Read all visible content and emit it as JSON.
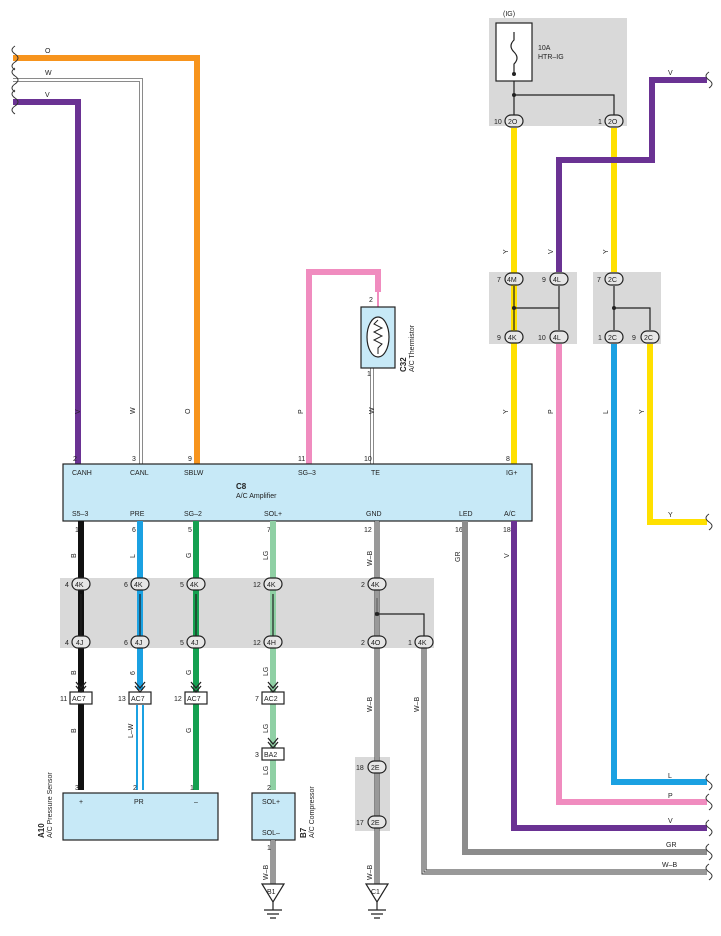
{
  "colors": {
    "orange": "#f7941d",
    "purple": "#6a3293",
    "pink": "#f08cbf",
    "yellow": "#ffe000",
    "blue": "#1ba1e2",
    "black": "#111111",
    "green": "#14a050",
    "light_green": "#8fd0a4",
    "gray": "#8c8c8c",
    "box_fill": "#c7e9f7",
    "connector_bg": "#d9d9d9"
  },
  "inputs": {
    "o": "O",
    "w": "W",
    "v": "V"
  },
  "fuse": {
    "ig": "(IG)",
    "rating": "10A",
    "name": "HTR–IG",
    "pin_left_num": "10",
    "pin_left": "2O",
    "pin_right_num": "1",
    "pin_right": "2O"
  },
  "top_right_v": "V",
  "amplifier": {
    "code": "C8",
    "name": "A/C Amplifier",
    "top_pins": [
      {
        "num": "2",
        "label": "CANH",
        "wire": "V"
      },
      {
        "num": "3",
        "label": "CANL",
        "wire": "W"
      },
      {
        "num": "9",
        "label": "SBLW",
        "wire": "O"
      },
      {
        "num": "11",
        "label": "SG–3",
        "wire": "P"
      },
      {
        "num": "10",
        "label": "TE",
        "wire": "W"
      },
      {
        "num": "8",
        "label": "IG+",
        "wire": "Y"
      }
    ],
    "bottom_pins": [
      {
        "num": "1",
        "label": "S5–3",
        "wire": "B"
      },
      {
        "num": "6",
        "label": "PRE",
        "wire": "L"
      },
      {
        "num": "5",
        "label": "SG–2",
        "wire": "G"
      },
      {
        "num": "7",
        "label": "SOL+",
        "wire": "LG"
      },
      {
        "num": "12",
        "label": "GND",
        "wire": "W–B"
      },
      {
        "num": "16",
        "label": "LED",
        "wire": "GR"
      },
      {
        "num": "18",
        "label": "A/C",
        "wire": "V"
      }
    ]
  },
  "thermistor": {
    "code": "C32",
    "name": "A/C Thermistor",
    "pin_top": "2",
    "pin_bottom": "1"
  },
  "right_connectors": {
    "4M_num": "7",
    "4M": "4M",
    "4L_top_num": "9",
    "4L_top": "4L",
    "4K_num": "9",
    "4K": "4K",
    "4L_bot_num": "10",
    "4L_bot": "4L",
    "2C_top_num": "7",
    "2C_top": "2C",
    "2C_l_num": "1",
    "2C_l": "2C",
    "2C_r_num": "9",
    "2C_r": "2C",
    "wire_y1": "Y",
    "wire_v1": "V",
    "wire_y2": "Y",
    "wire_y3": "Y",
    "wire_p": "P",
    "wire_l": "L",
    "wire_y4": "Y",
    "out_y": "Y"
  },
  "mid_connectors": {
    "top": [
      {
        "num": "4",
        "label": "4K"
      },
      {
        "num": "6",
        "label": "4K"
      },
      {
        "num": "5",
        "label": "4K"
      },
      {
        "num": "12",
        "label": "4K"
      },
      {
        "num": "2",
        "label": "4K"
      }
    ],
    "bottom": [
      {
        "num": "4",
        "label": "4J"
      },
      {
        "num": "6",
        "label": "4J"
      },
      {
        "num": "5",
        "label": "4J"
      },
      {
        "num": "12",
        "label": "4H"
      },
      {
        "num": "2",
        "label": "4O"
      },
      {
        "num": "1",
        "label": "4K"
      }
    ]
  },
  "lower": {
    "wire_b1": "B",
    "wire_l1": "L",
    "wire_g1": "G",
    "wire_lg1": "LG",
    "wire_wb1": "W–B",
    "wire_wb2": "W–B",
    "wire_b2": "B",
    "wire_lw": "L–W",
    "wire_g2": "G",
    "wire_lg2": "LG",
    "wire_lg3": "LG",
    "wire_wb3": "W–B",
    "ac7_a_num": "11",
    "ac7_a": "AC7",
    "ac7_b_num": "13",
    "ac7_b": "AC7",
    "ac7_c_num": "12",
    "ac7_c": "AC7",
    "ac2_num": "7",
    "ac2": "AC2",
    "ba2_num": "3",
    "ba2": "BA2",
    "e2_top_num": "18",
    "e2_top": "2E",
    "e2_bot_num": "17",
    "e2_bot": "2E",
    "wire_wb4": "W–B",
    "wire_wb5": "W–B"
  },
  "pressure_sensor": {
    "code": "A10",
    "name": "A/C Pressure Sensor",
    "pins": [
      {
        "num": "3",
        "label": "+"
      },
      {
        "num": "2",
        "label": "PR"
      },
      {
        "num": "1",
        "label": "–"
      }
    ]
  },
  "compressor": {
    "code": "B7",
    "name": "A/C Compressor",
    "pin_top_num": "2",
    "pin_top": "SOL+",
    "pin_bot_num": "1",
    "pin_bot": "SOL–"
  },
  "grounds": {
    "b1": "B1",
    "c1": "C1"
  },
  "outputs": {
    "l": "L",
    "p": "P",
    "v": "V",
    "gr": "GR",
    "wb": "W–B"
  }
}
